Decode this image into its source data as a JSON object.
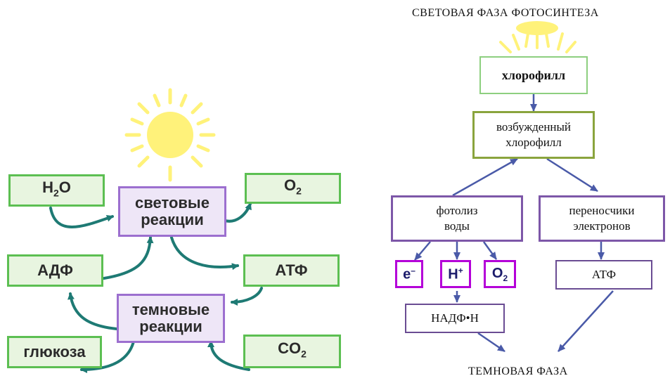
{
  "left": {
    "h2o": {
      "main": "H",
      "sub": "2",
      "tail": "O"
    },
    "o2": {
      "main": "O",
      "sub": "2"
    },
    "light_reactions": "световые\nреакции",
    "adf": "АДФ",
    "atf": "АТФ",
    "dark_reactions": "темновые\nреакции",
    "glucose": "глюкоза",
    "co2": {
      "main": "CO",
      "sub": "2"
    }
  },
  "right": {
    "title": "СВЕТОВАЯ ФАЗА ФОТОСИНТЕЗА",
    "chlorophyll": "хлорофилл",
    "excited_chlorophyll": "возбужденный\nхлорофилл",
    "photolysis": "фотолиз\nводы",
    "carriers": "переносчики\nэлектронов",
    "electron": {
      "main": "e",
      "sup": "–"
    },
    "proton": {
      "main": "H",
      "sup": "+"
    },
    "oxygen": {
      "main": "O",
      "sub": "2"
    },
    "atf": "АТФ",
    "nadph": "НАДФ•Н",
    "footer": "ТЕМНОВАЯ ФАЗА"
  },
  "colors": {
    "sun": "#fff27a",
    "teal_arrow": "#1e7a74",
    "blue_arrow": "#4a5aa8",
    "green_border": "#5cbf52",
    "purple_border": "#9c6fcf",
    "magenta_border": "#b400d8"
  }
}
